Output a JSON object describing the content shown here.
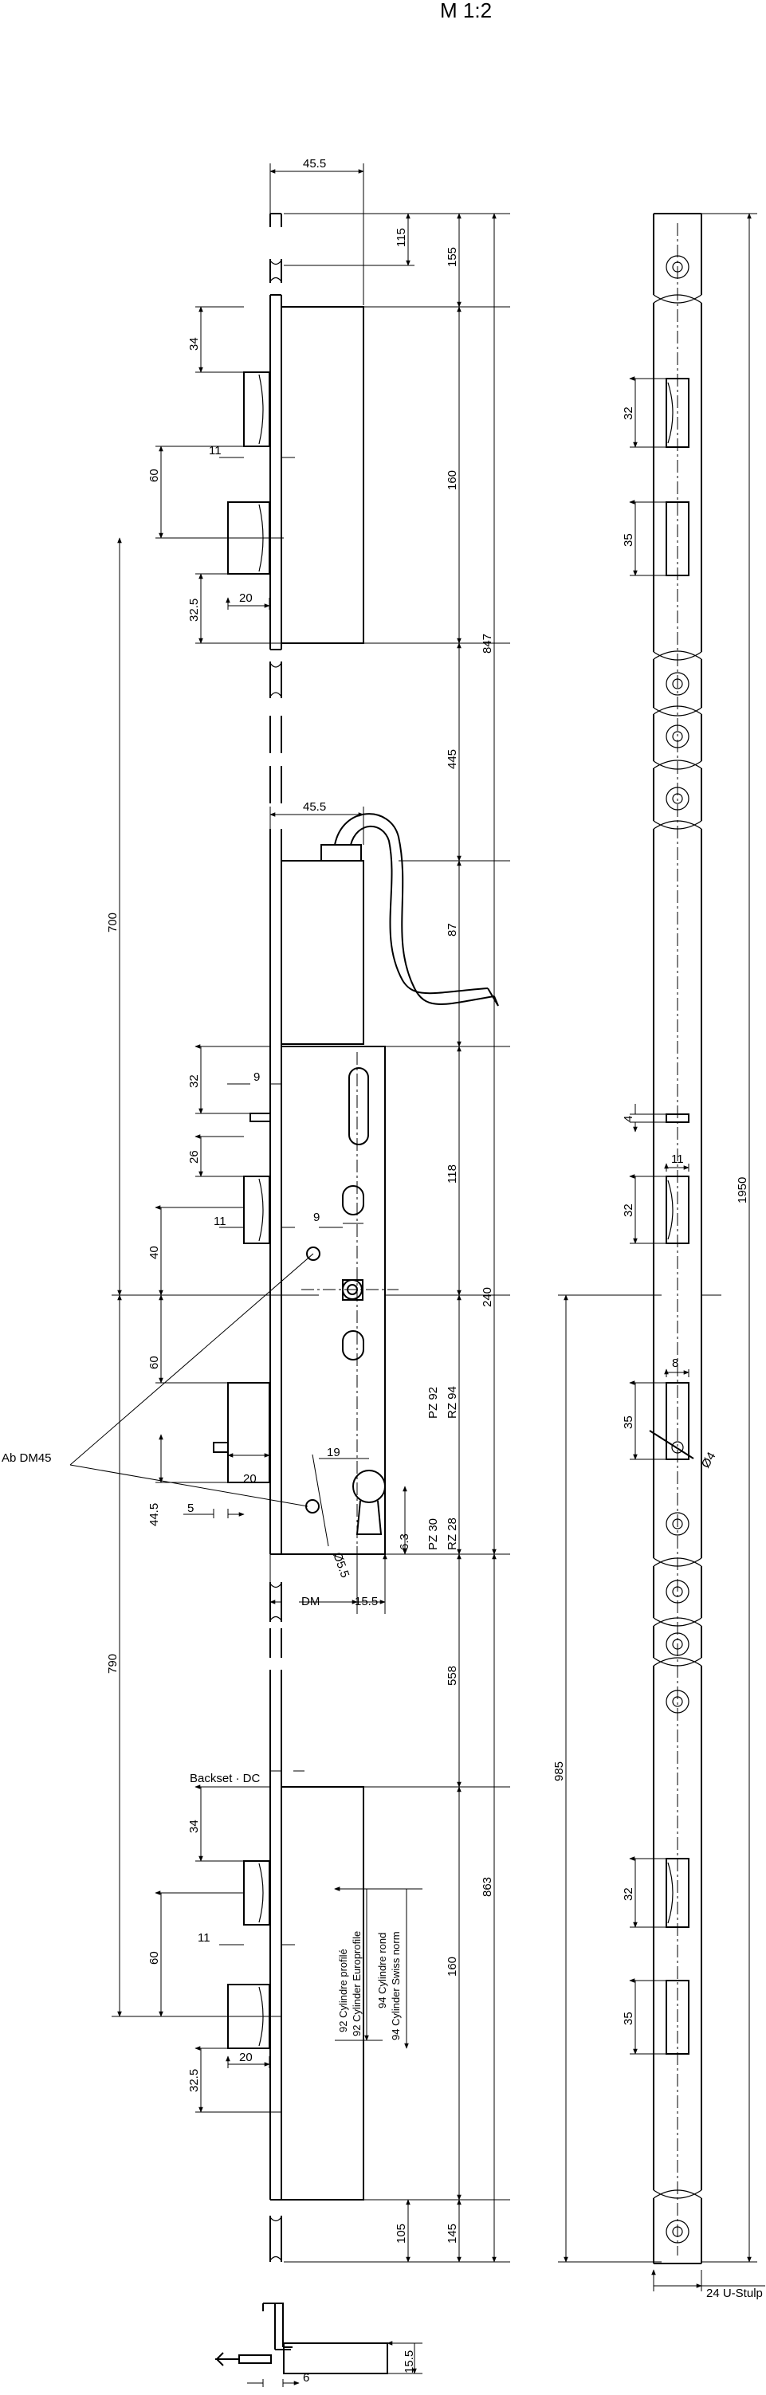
{
  "scale": "M 1:2",
  "labels": {
    "ab_dm45": "Ab DM45",
    "backset": "Backset · DC",
    "dm": "DM",
    "pz92": "PZ 92",
    "rz94": "RZ 94",
    "pz30": "PZ 30",
    "rz28": "RZ 28",
    "cyl_profile": "92 Cylindre profilé",
    "cyl_euro": "92 Cylinder Europrofile",
    "cyl_rond": "94 Cylindre rond",
    "cyl_swiss": "94 Cylinder Swiss norm",
    "u_stulp": "24 U-Stulp",
    "phi4": "Ø4",
    "phi5": "Ø5.5"
  },
  "dims": {
    "d455a": "45.5",
    "d115": "115",
    "d155": "155",
    "d34a": "34",
    "d11a": "11",
    "d60a": "60",
    "d160a": "160",
    "d325a": "32.5",
    "d20a": "20",
    "d847": "847",
    "d700": "700",
    "d445": "445",
    "d455b": "45.5",
    "d87": "87",
    "d32a": "32",
    "d9a": "9",
    "d26": "26",
    "d118": "118",
    "d40": "40",
    "d11b": "11",
    "d9b": "9",
    "d240": "240",
    "d60b": "60",
    "d20b": "20",
    "d19": "19",
    "d445b": "44.5",
    "d5": "5",
    "d63": "6.3",
    "d155b": "15.5",
    "d790": "790",
    "d558": "558",
    "d34b": "34",
    "d863": "863",
    "d11c": "11",
    "d60c": "60",
    "d160b": "160",
    "d325b": "32.5",
    "d20c": "20",
    "d105": "105",
    "d145": "145",
    "d155c": "15.5",
    "d6": "6",
    "r32a": "32",
    "r35a": "35",
    "r4": "4",
    "r11": "11",
    "r32b": "32",
    "r8": "8",
    "r35b": "35",
    "r1950": "1950",
    "r985": "985",
    "r32c": "32",
    "r35c": "35"
  }
}
